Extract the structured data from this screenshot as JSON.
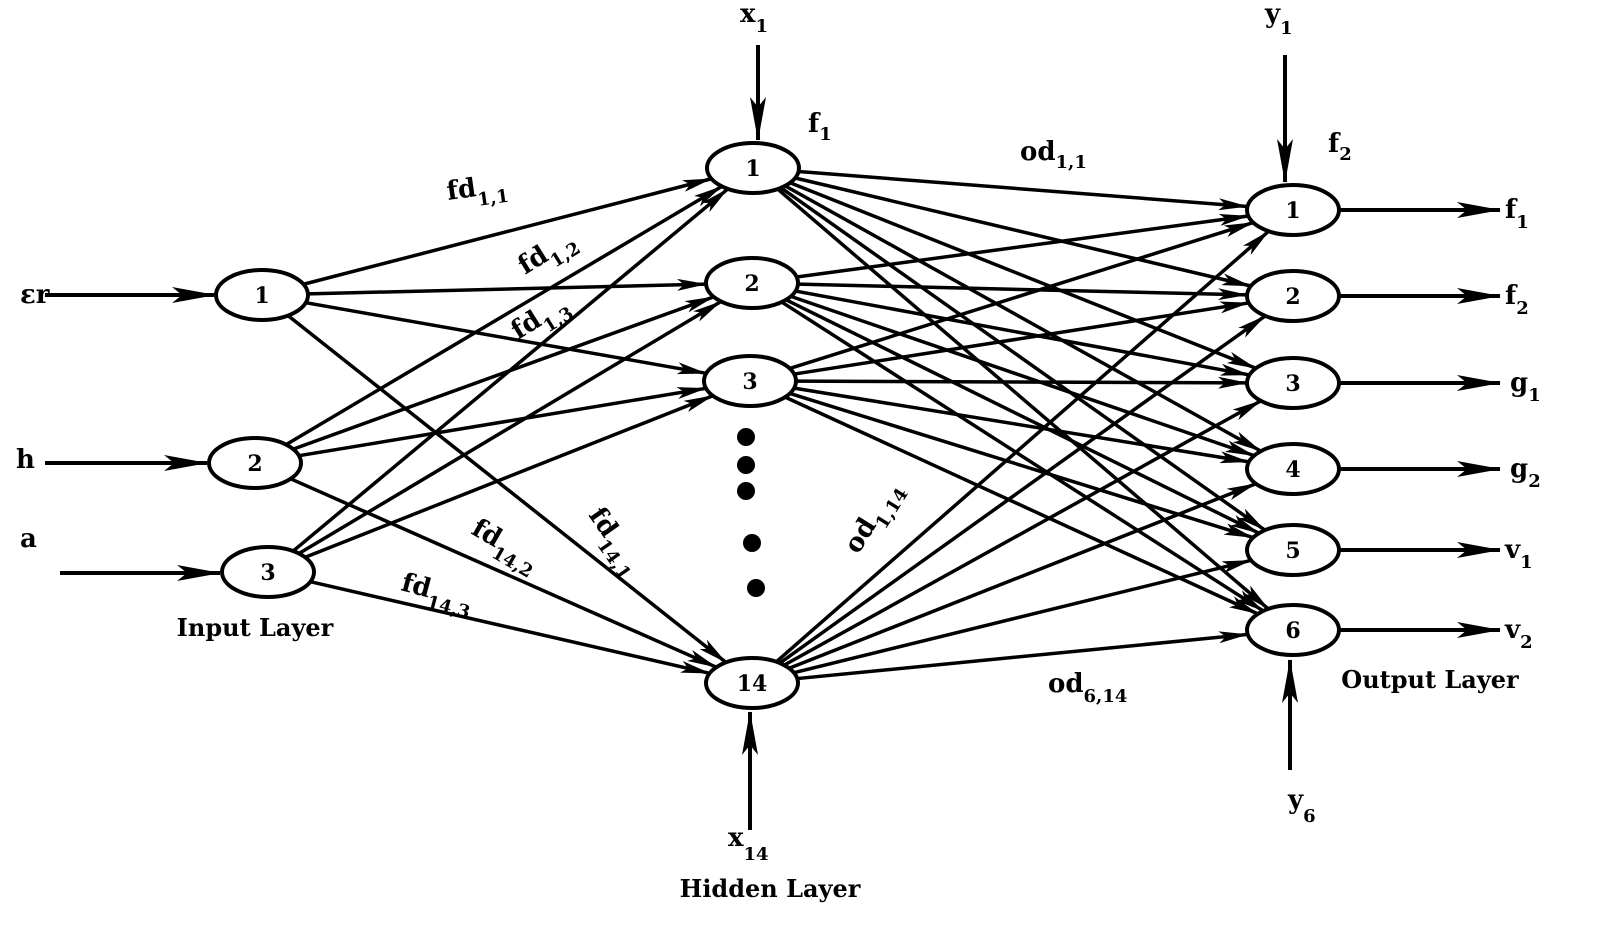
{
  "layers": {
    "input": {
      "title": "Input Layer",
      "nodes": [
        "1",
        "2",
        "3"
      ],
      "inputs": [
        {
          "base": "εr",
          "sub": ""
        },
        {
          "base": "h",
          "sub": ""
        },
        {
          "base": "a",
          "sub": ""
        }
      ]
    },
    "hidden": {
      "title": "Hidden Layer",
      "nodes": [
        "1",
        "2",
        "3",
        "14"
      ],
      "bias_top": {
        "base": "x",
        "sub": "1"
      },
      "bias_bottom": {
        "base": "x",
        "sub": "14"
      },
      "func": {
        "base": "f",
        "sub": "1"
      }
    },
    "output": {
      "title": "Output Layer",
      "nodes": [
        "1",
        "2",
        "3",
        "4",
        "5",
        "6"
      ],
      "bias_top": {
        "base": "y",
        "sub": "1"
      },
      "bias_bottom": {
        "base": "y",
        "sub": "6"
      },
      "func": {
        "base": "f",
        "sub": "2"
      },
      "outputs": [
        {
          "base": "f",
          "sub": "1"
        },
        {
          "base": "f",
          "sub": "2"
        },
        {
          "base": "g",
          "sub": "1"
        },
        {
          "base": "g",
          "sub": "2"
        },
        {
          "base": "v",
          "sub": "1"
        },
        {
          "base": "v",
          "sub": "2"
        }
      ]
    }
  },
  "weights": {
    "fd11": {
      "base": "fd",
      "sub": "1,1"
    },
    "fd12": {
      "base": "fd",
      "sub": "1,2"
    },
    "fd13": {
      "base": "fd",
      "sub": "1,3"
    },
    "fd141": {
      "base": "fd",
      "sub": "14,1"
    },
    "fd142": {
      "base": "fd",
      "sub": "14,2"
    },
    "fd143": {
      "base": "fd",
      "sub": "14,3"
    },
    "od11": {
      "base": "od",
      "sub": "1,1"
    },
    "od114": {
      "base": "od",
      "sub": "1,14"
    },
    "od614": {
      "base": "od",
      "sub": "6,14"
    }
  }
}
